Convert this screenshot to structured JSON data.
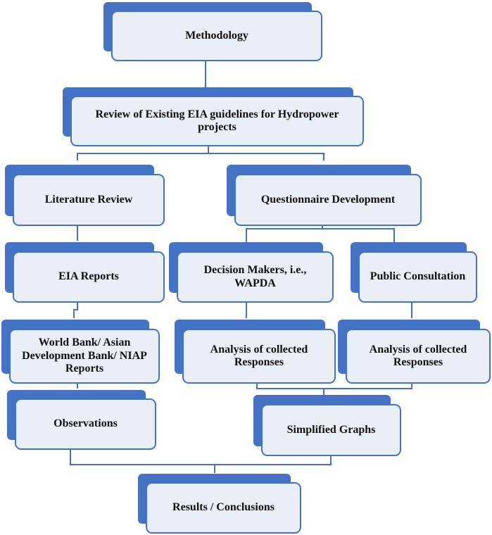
{
  "diagram": {
    "nodes": {
      "methodology": "Methodology",
      "review": "Review of Existing EIA guidelines for Hydropower projects",
      "literature_review": "Literature Review",
      "questionnaire": "Questionnaire Development",
      "eia_reports": "EIA Reports",
      "decision_makers": "Decision Makers, i.e., WAPDA",
      "public_consultation": "Public Consultation",
      "world_bank": "World Bank/ Asian Development Bank/ NIAP Reports",
      "analysis_1": "Analysis of collected Responses",
      "analysis_2": "Analysis of collected Responses",
      "observations": "Observations",
      "simplified_graphs": "Simplified Graphs",
      "results": "Results / Conclusions"
    },
    "colors": {
      "accent": "#4472c4",
      "fill": "#e9eef7",
      "connector": "#4472c4"
    }
  }
}
